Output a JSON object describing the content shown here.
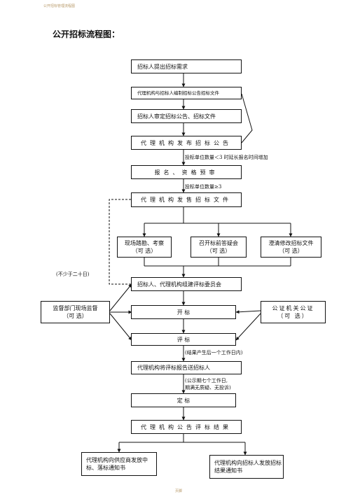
{
  "header_text": "公开招标管理流程图",
  "page_title": "公开招标流程图：",
  "footer_text": "页脚",
  "steps": {
    "s1": "招标人提出招标需求",
    "s2": "代理机构与招标人编制招标公告招标文件",
    "s3": "招标人审定招标公告、招标文件",
    "s4": "代理机构发布招标公告",
    "s5": "报名、资格预审",
    "s6": "代理机构发售招标文件",
    "opt1_line1": "现场踏勘、考察",
    "opt1_line2": "（可  选）",
    "opt2_line1": "召开标前答疑会",
    "opt2_line2": "（可  选）",
    "opt3_line1": "澄清修改招标文件",
    "opt3_line2": "（可  选）",
    "s7": "招标人、代理机构组建评标委员会",
    "s8": "开      标",
    "s9": "评      标",
    "s10": "代理机构将评标报告送招标人",
    "s11": "定      标",
    "s12": "代理机构公告评标结果",
    "out1": "代理机构向供应商发放中标、落标通知书",
    "out2": "代理机构向招标人发放招标结果通知书",
    "supervise_line1": "监督部门现场监督",
    "supervise_line2": "（可  选）",
    "notary_line1": "公证机关公证",
    "notary_line2": "（可  选）"
  },
  "notes": {
    "n1": "投标单位数量＜3 时延长报名时间增加",
    "n2": "投标单位数量≥3",
    "n3": "(不少于二十日)",
    "n4": "(结果产生后一个工作日内)",
    "n5a": "(公示期七个工作日,",
    "n5b": "期满无质疑、无投诉)"
  }
}
